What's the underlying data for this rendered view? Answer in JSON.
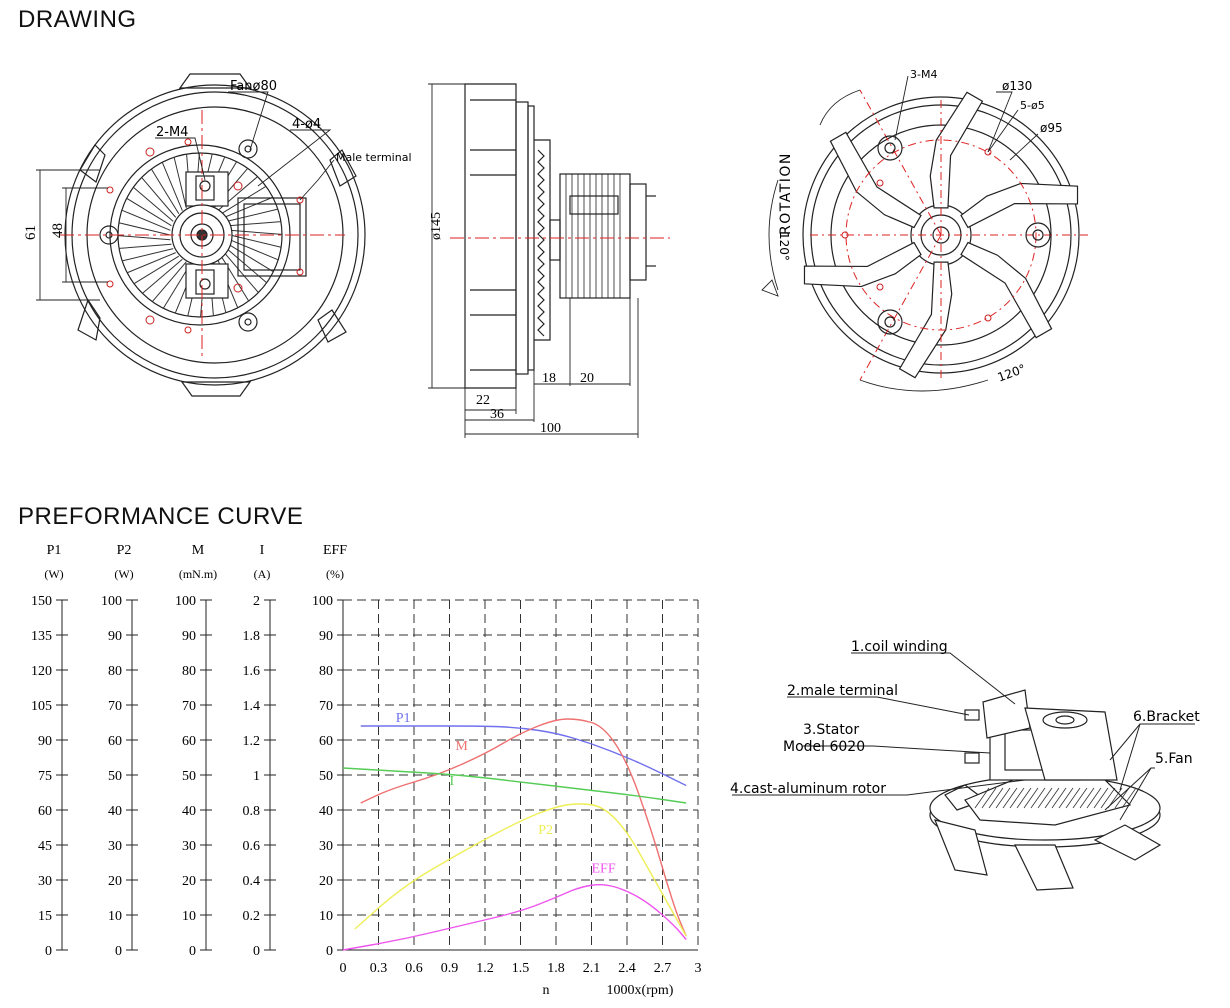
{
  "sections": {
    "drawing_title": "DRAWING",
    "curve_title": "PREFORMANCE CURVE"
  },
  "drawing": {
    "front": {
      "fan_label": "Fanø80",
      "bolt_label": "2-M4",
      "hole_label": "4-ø4",
      "terminal_label": "Male terminal",
      "dim_outer": "61",
      "dim_inner": "48"
    },
    "side": {
      "dia_label": "ø145",
      "dim_18": "18",
      "dim_20": "20",
      "dim_22": "22",
      "dim_36": "36",
      "dim_100": "100"
    },
    "rear": {
      "bolt_label": "3-M4",
      "dia_130": "ø130",
      "holes_label": "5-ø5",
      "dia_95": "ø95",
      "rotation_label": "ROTATION",
      "angle_1": "120°",
      "angle_2": "120°"
    }
  },
  "chart_data": {
    "type": "line",
    "x": [
      0.3,
      0.6,
      0.9,
      1.2,
      1.5,
      1.8,
      2.0,
      2.2,
      2.4,
      2.6,
      2.8
    ],
    "x_ticks": [
      "0",
      "0.3",
      "0.6",
      "0.9",
      "1.2",
      "1.5",
      "1.8",
      "2.1",
      "2.4",
      "2.7",
      "3"
    ],
    "xlabel_n": "n",
    "xlabel_unit": "1000x(rpm)",
    "xlim": [
      0,
      3
    ],
    "axes": [
      {
        "name": "P1",
        "unit": "(W)",
        "ticks": [
          "0",
          "15",
          "30",
          "45",
          "60",
          "75",
          "90",
          "105",
          "120",
          "135",
          "150"
        ]
      },
      {
        "name": "P2",
        "unit": "(W)",
        "ticks": [
          "0",
          "10",
          "20",
          "30",
          "40",
          "50",
          "60",
          "70",
          "80",
          "90",
          "100"
        ]
      },
      {
        "name": "M",
        "unit": "(mN.m)",
        "ticks": [
          "0",
          "10",
          "20",
          "30",
          "40",
          "50",
          "60",
          "70",
          "80",
          "90",
          "100"
        ]
      },
      {
        "name": "I",
        "unit": "(A)",
        "ticks": [
          "0",
          "0.2",
          "0.4",
          "0.6",
          "0.8",
          "1",
          "1.2",
          "1.4",
          "1.6",
          "1.8",
          "2"
        ]
      },
      {
        "name": "EFF",
        "unit": "(%)",
        "ticks": [
          "0",
          "10",
          "20",
          "30",
          "40",
          "50",
          "60",
          "70",
          "80",
          "90",
          "100"
        ]
      }
    ],
    "grid": true,
    "series": [
      {
        "name": "P1",
        "color": "#7070ee",
        "x": [
          0.15,
          0.6,
          1.2,
          1.5,
          1.8,
          2.1,
          2.4,
          2.6,
          2.9
        ],
        "values": [
          64,
          64,
          64,
          63.5,
          62,
          59,
          55,
          52,
          47
        ]
      },
      {
        "name": "M",
        "color": "#ee7070",
        "x": [
          0.15,
          0.4,
          0.8,
          1.2,
          1.5,
          1.8,
          2.0,
          2.2,
          2.4,
          2.6,
          2.8,
          2.9
        ],
        "values": [
          42,
          46,
          50,
          56,
          62,
          66,
          66,
          64,
          54,
          35,
          12,
          4
        ]
      },
      {
        "name": "I",
        "color": "#55cc55",
        "x": [
          0.0,
          0.5,
          1.0,
          1.5,
          2.0,
          2.5,
          2.9
        ],
        "values": [
          52,
          51,
          50,
          48,
          46,
          44,
          42
        ]
      },
      {
        "name": "P2",
        "color": "#eeee55",
        "x": [
          0.1,
          0.5,
          1.0,
          1.5,
          1.8,
          2.0,
          2.2,
          2.4,
          2.6,
          2.8,
          2.9
        ],
        "values": [
          6,
          18,
          28,
          37,
          41,
          42,
          41,
          34,
          22,
          10,
          4
        ]
      },
      {
        "name": "EFF",
        "color": "#ee55ee",
        "x": [
          0.0,
          0.5,
          1.0,
          1.5,
          1.8,
          2.0,
          2.2,
          2.4,
          2.6,
          2.8,
          2.9
        ],
        "values": [
          0,
          3,
          7,
          11,
          15,
          18,
          19,
          17,
          13,
          7,
          3
        ]
      }
    ],
    "series_labels": [
      "P1",
      "M",
      "I",
      "P2",
      "EFF"
    ]
  },
  "parts": {
    "p1": "1.coil winding",
    "p2": "2.male terminal",
    "p3": "3.Stator",
    "p3_model": "Model 6020",
    "p4": "4.cast-aluminum rotor",
    "p5": "5.Fan",
    "p6": "6.Bracket"
  }
}
